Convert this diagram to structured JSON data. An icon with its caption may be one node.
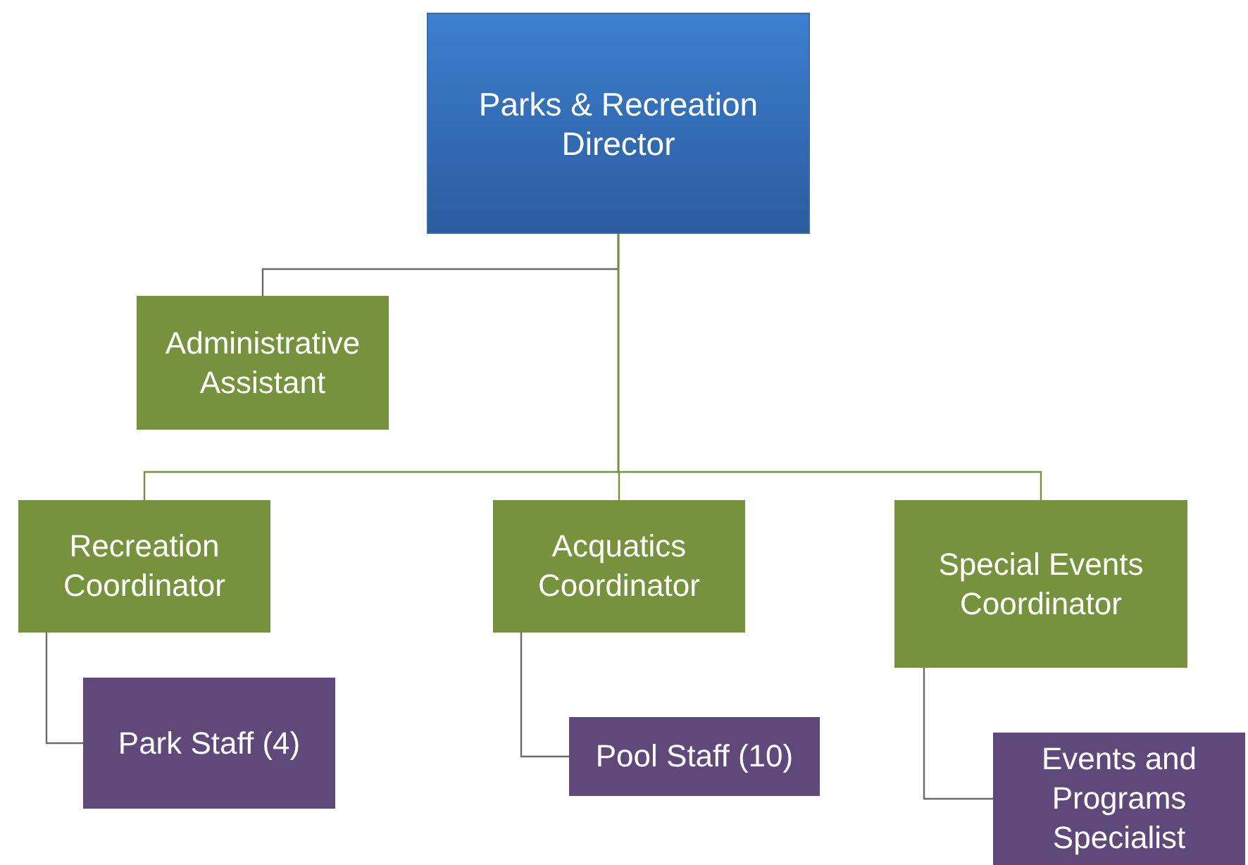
{
  "diagram": {
    "nodes": [
      {
        "text": [
          "Parks & Recreation Director"
        ]
      },
      {
        "text": [
          "Administrative Assistant"
        ]
      },
      {
        "text": [
          "Recreation Coordinator"
        ]
      },
      {
        "text": [
          "Acquatics Coordinator"
        ]
      },
      {
        "text": [
          "Special Events Coordinator"
        ]
      },
      {
        "text": [
          "Park Staff (4)"
        ]
      },
      {
        "text": [
          "Pool Staff (10)"
        ]
      },
      {
        "text": [
          "Events and Programs Specialist"
        ]
      }
    ],
    "edges": [
      {
        "from": 0,
        "to": 1,
        "arrow": "none"
      },
      {
        "from": 0,
        "to": 2,
        "arrow": "none",
        "color": "#76923c"
      },
      {
        "from": 0,
        "to": 3,
        "arrow": "none",
        "color": "#76923c"
      },
      {
        "from": 0,
        "to": 4,
        "arrow": "none",
        "color": "#76923c"
      },
      {
        "from": 2,
        "to": 5,
        "arrow": "none"
      },
      {
        "from": 3,
        "to": 6,
        "arrow": "none"
      },
      {
        "from": 4,
        "to": 7,
        "arrow": "none"
      }
    ]
  }
}
